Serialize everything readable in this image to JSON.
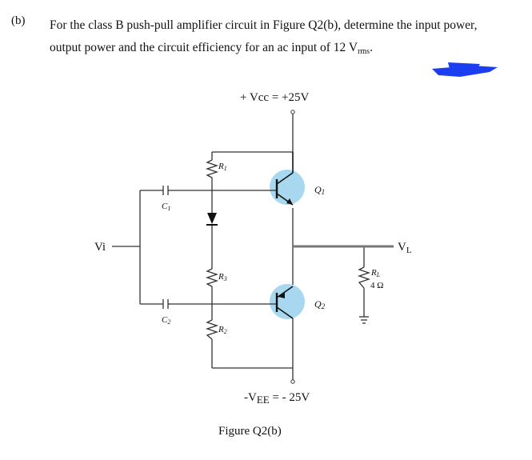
{
  "question": {
    "label": "(b)",
    "line1": "For the class B push-pull amplifier circuit in Figure Q2(b), determine the input power,",
    "line2_prefix": "output power and the circuit efficiency for an ac input of 12 V",
    "line2_sub": "rms",
    "line2_suffix": "."
  },
  "circuit": {
    "vcc_label": "+ Vcc = +25V",
    "vee_label_main": "-V",
    "vee_label_sub": "EE",
    "vee_label_rest": " = - 25V",
    "vi_label": "Vi",
    "vl_label": "V",
    "vl_label_sub": "L",
    "r1": "R",
    "r1_sub": "1",
    "r2": "R",
    "r2_sub": "2",
    "r3": "R",
    "r3_sub": "3",
    "rl": "R",
    "rl_sub": "L",
    "rl_value": "4 Ω",
    "c1": "C",
    "c1_sub": "1",
    "c2": "C",
    "c2_sub": "2",
    "q1": "Q",
    "q1_sub": "1",
    "q2": "Q",
    "q2_sub": "2",
    "transistor_color": "#a8d8f0",
    "redaction_color": "#1a3ef0"
  },
  "caption": "Figure Q2(b)"
}
